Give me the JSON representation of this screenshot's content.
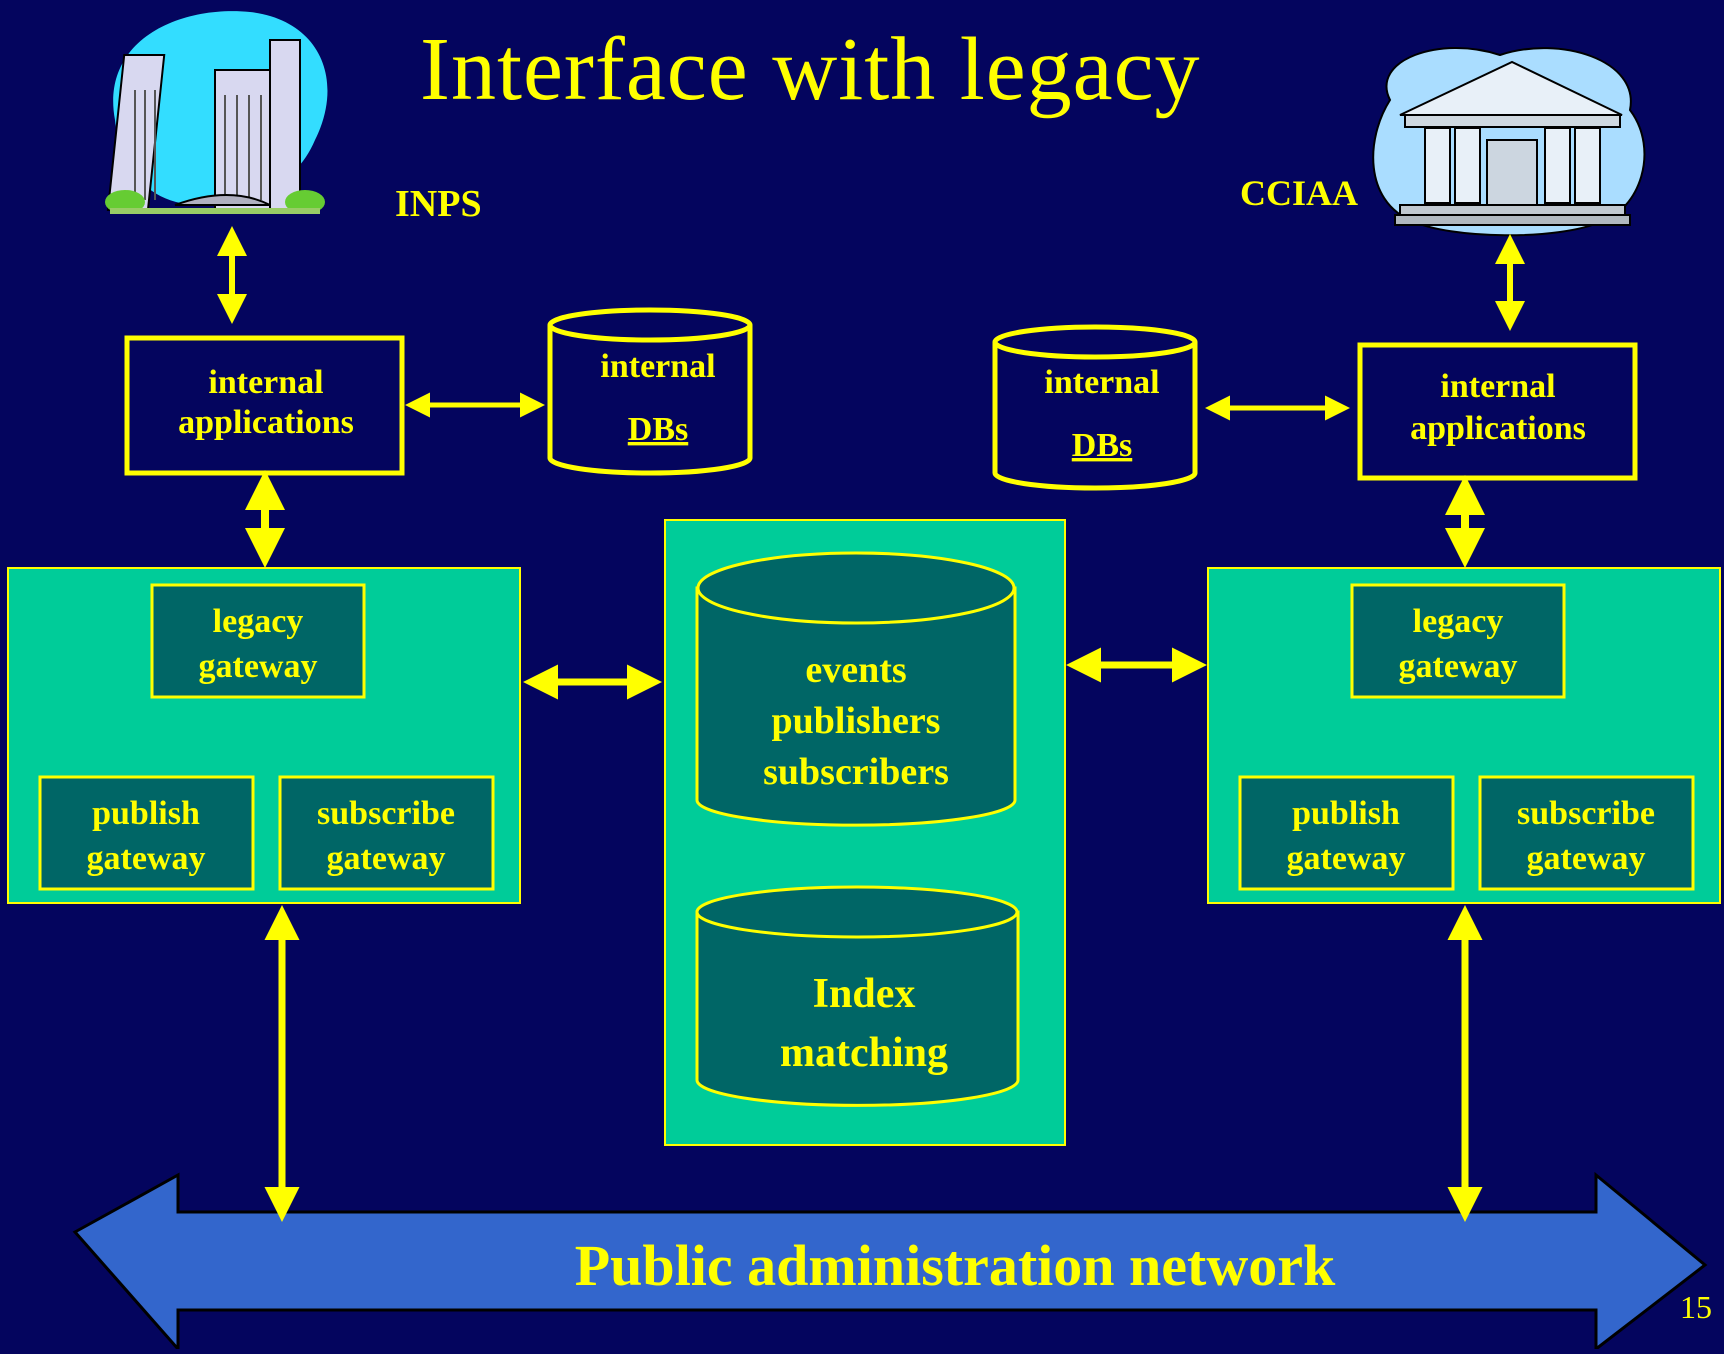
{
  "title": "Interface with legacy",
  "org_left": "INPS",
  "org_right": "CCIAA",
  "left": {
    "apps": [
      "internal",
      "applications"
    ],
    "dbs": [
      "internal",
      "DBs"
    ],
    "legacy_gateway": [
      "legacy",
      "gateway"
    ],
    "publish_gateway": [
      "publish",
      "gateway"
    ],
    "subscribe_gateway": [
      "subscribe",
      "gateway"
    ]
  },
  "right": {
    "apps": [
      "internal",
      "applications"
    ],
    "dbs": [
      "internal",
      "DBs"
    ],
    "legacy_gateway": [
      "legacy",
      "gateway"
    ],
    "publish_gateway": [
      "publish",
      "gateway"
    ],
    "subscribe_gateway": [
      "subscribe",
      "gateway"
    ]
  },
  "center": {
    "events_db": [
      "events",
      "publishers",
      "subscribers"
    ],
    "index_db": [
      "Index",
      "matching"
    ]
  },
  "network": "Public administration network",
  "page_number": "15",
  "colors": {
    "background": "#04055e",
    "text": "#ffff00",
    "panel": "#00cc99",
    "dark_box": "#006666",
    "network": "#3366cc"
  }
}
